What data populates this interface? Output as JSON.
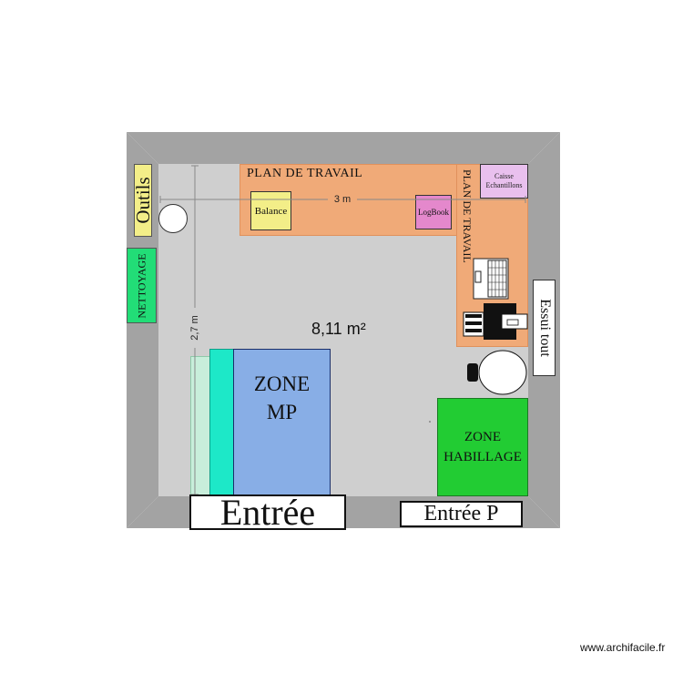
{
  "colors": {
    "wall": "#a3a3a3",
    "floor": "#cfcfcf",
    "workbench": "#f0aa78",
    "zone_mp": "#88aee6",
    "zone_habillage": "#22cc33",
    "cyan": "#1de8c8",
    "nettoyage": "#22dd77",
    "outils": "#f3ee88",
    "balance": "#f3ee88",
    "logbook": "#e488cc",
    "caisse": "#e9c0ee"
  },
  "labels": {
    "plan_travail_h": "PLAN DE TRAVAIL",
    "plan_travail_v": "PLAN DE TRAVAIL",
    "balance": "Balance",
    "logbook": "LogBook",
    "caisse_line1": "Caisse",
    "caisse_line2": "Echantillons",
    "outils": "Outils",
    "nettoyage": "NETTOYAGE",
    "essui_tout": "Essui tout",
    "zone_mp_line1": "ZONE",
    "zone_mp_line2": "MP",
    "zone_habillage_line1": "ZONE",
    "zone_habillage_line2": "HABILLAGE",
    "entree": "Entrée",
    "entree_p": "Entrée P",
    "dim_width": "3 m",
    "dim_height": "2,7 m",
    "area": "8,11 m²",
    "watermark": "www.archifacile.fr"
  },
  "icons": [
    "sink-circle-icon",
    "computer-icon",
    "printer-icon",
    "toilet-icon"
  ]
}
